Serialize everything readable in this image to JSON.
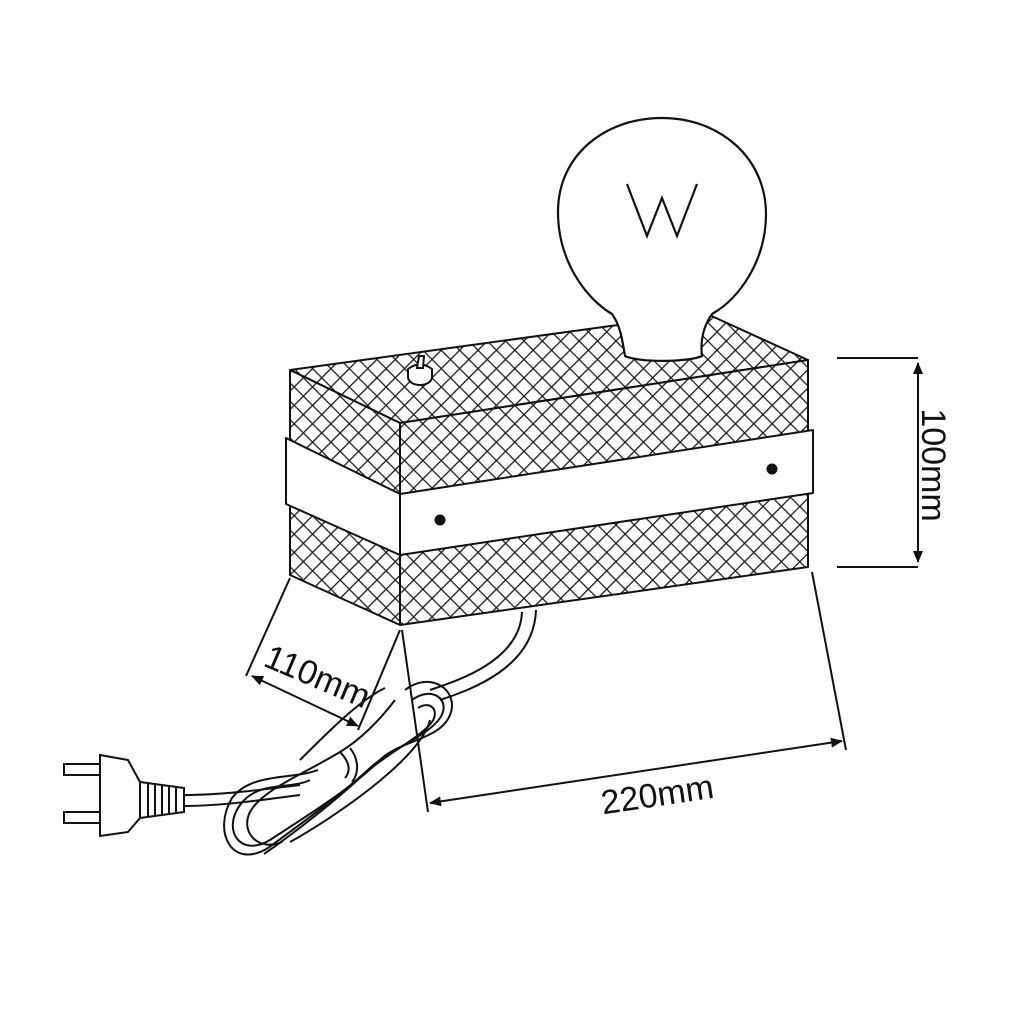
{
  "diagram": {
    "dimensions": {
      "height": "100mm",
      "depth": "110mm",
      "width": "220mm"
    }
  },
  "colors": {
    "stroke": "#111111",
    "background": "#ffffff",
    "mesh": "#1a1a1a"
  },
  "icons": {
    "bulb": "light-bulb-icon",
    "plug": "plug-icon",
    "switch": "switch-icon"
  }
}
